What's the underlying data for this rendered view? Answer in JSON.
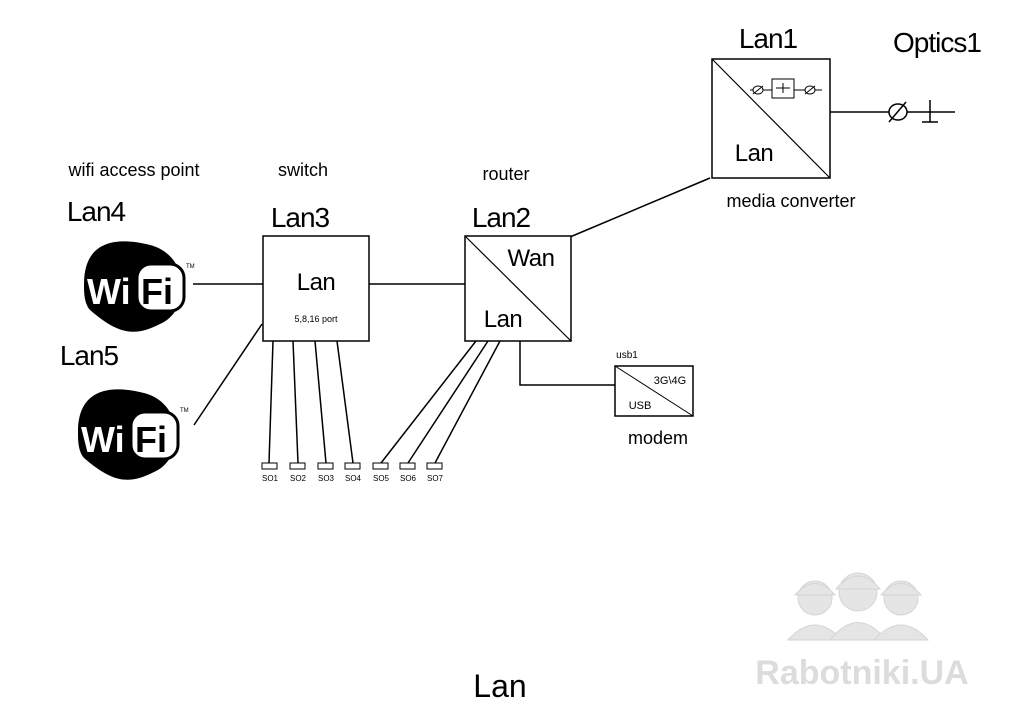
{
  "labels": {
    "lan1": "Lan1",
    "optics1": "Optics1",
    "media_converter_inner": "Lan",
    "media_converter": "media converter",
    "wifi_access_point": "wifi access point",
    "switch": "switch",
    "router": "router",
    "lan4": "Lan4",
    "lan3": "Lan3",
    "lan2": "Lan2",
    "lan5": "Lan5",
    "switch_inner": "Lan",
    "switch_ports": "5,8,16 port",
    "router_wan": "Wan",
    "router_lan": "Lan",
    "usb1": "usb1",
    "modem_3g4g": "3G\\4G",
    "modem_usb": "USB",
    "modem": "modem",
    "bottom_title": "Lan",
    "watermark": "Rabotniki.UA"
  },
  "wifi_logo": {
    "wi": "Wi",
    "fi": "Fi",
    "tm": "TM"
  },
  "sockets": [
    "SO1",
    "SO2",
    "SO3",
    "SO4",
    "SO5",
    "SO6",
    "SO7"
  ]
}
